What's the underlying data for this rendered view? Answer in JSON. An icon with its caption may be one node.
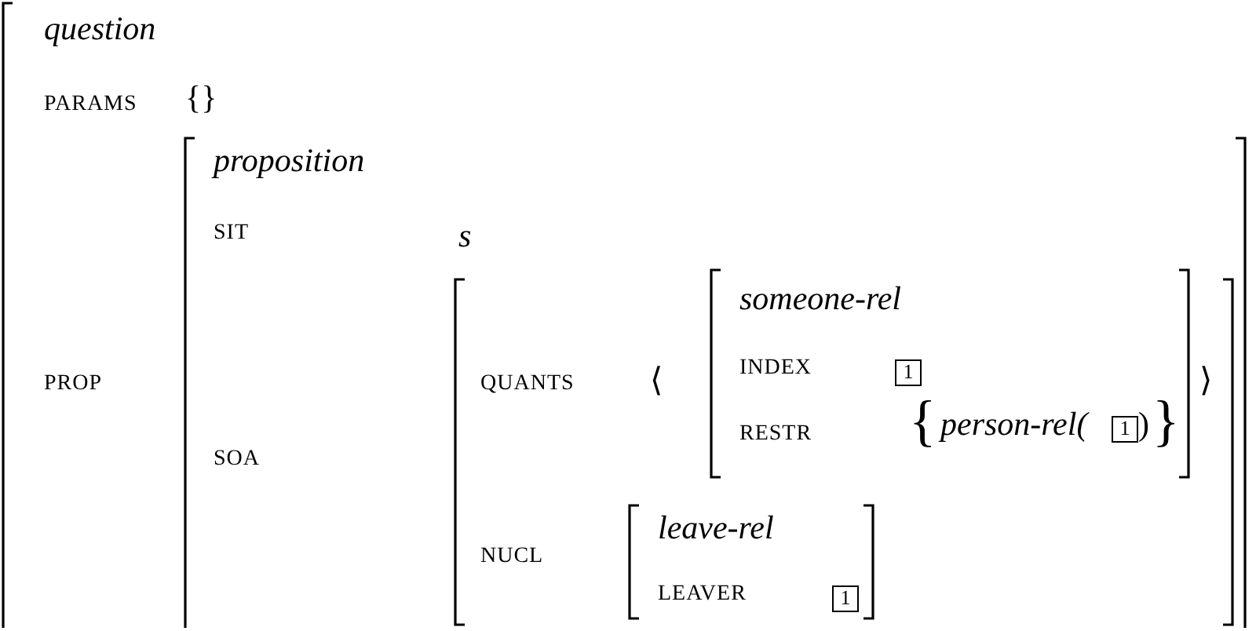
{
  "diagram": {
    "nodes": [
      {
        "text": [
          "question",
          "PARAMS",
          "{}",
          "PROP"
        ]
      },
      {
        "text": [
          "proposition",
          "SIT",
          "s",
          "SOA"
        ],
        "in": 0
      },
      {
        "text": [
          "QUANTS",
          "⟨",
          "⟩",
          "NUCL"
        ],
        "in": 1
      },
      {
        "text": [
          "someone-rel",
          "INDEX",
          "RESTR",
          "{",
          "person-rel(",
          ")",
          "}"
        ],
        "in": 2
      },
      {
        "text": [
          "1"
        ],
        "in": 3
      },
      {
        "text": [
          "1"
        ],
        "in": 3
      },
      {
        "text": [
          "leave-rel",
          "LEAVER"
        ],
        "in": 2
      },
      {
        "text": [
          "1"
        ],
        "in": 6
      }
    ]
  }
}
